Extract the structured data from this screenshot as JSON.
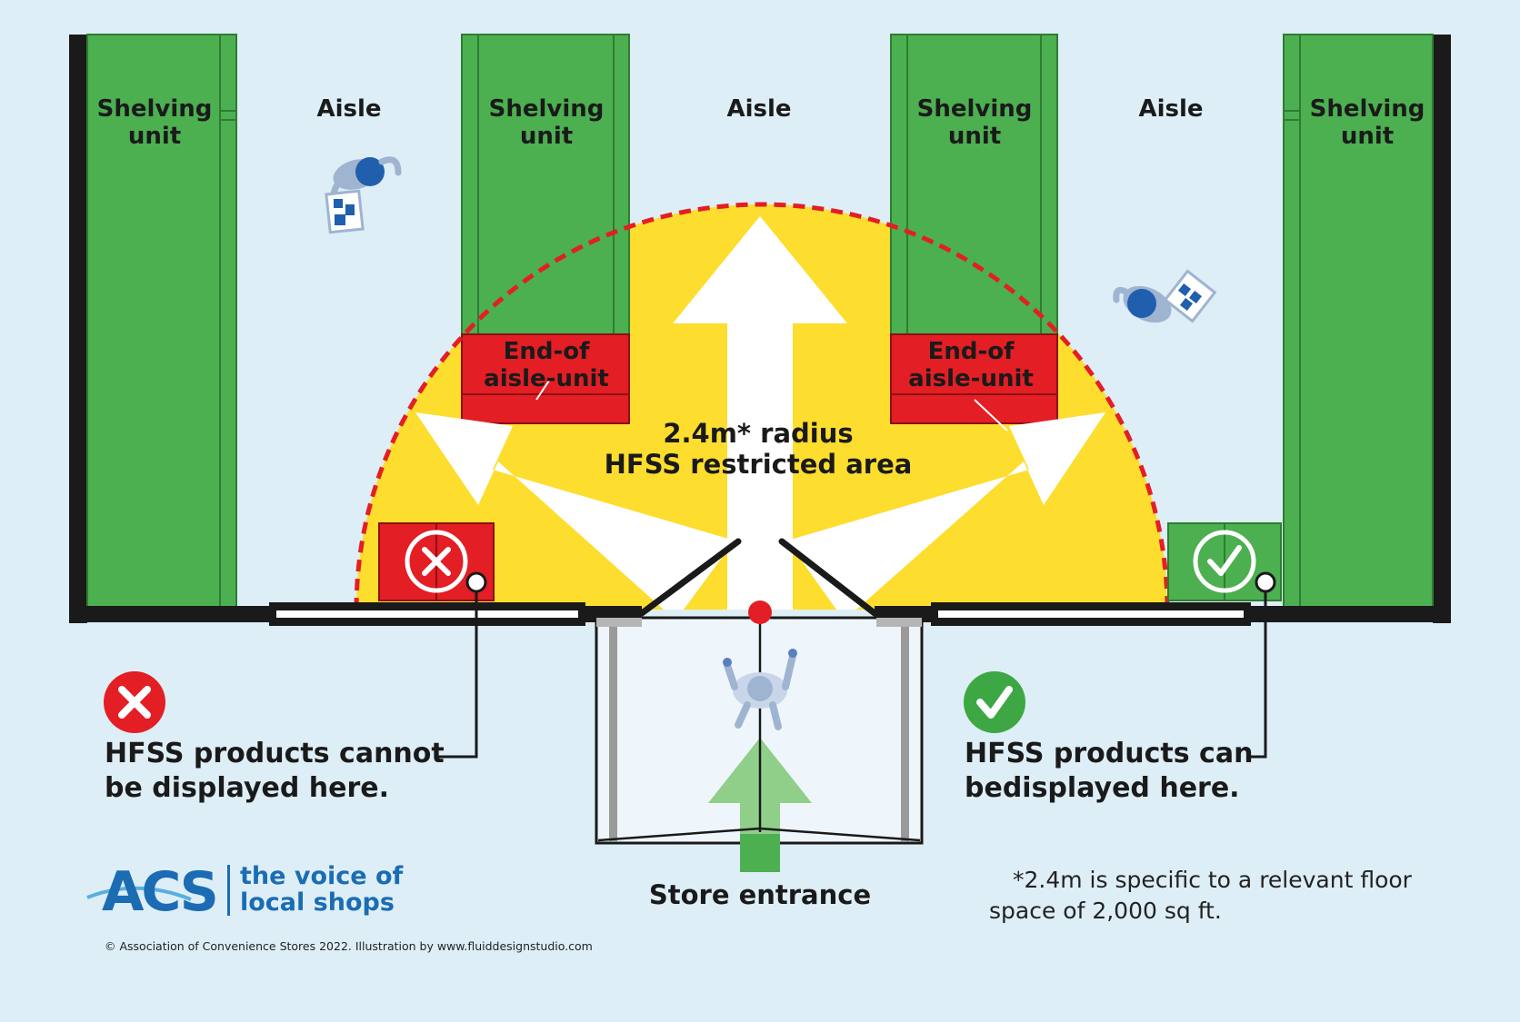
{
  "labels": {
    "shelving_1": [
      "Shelving",
      "unit"
    ],
    "shelving_2": [
      "Shelving",
      "unit"
    ],
    "shelving_3": [
      "Shelving",
      "unit"
    ],
    "shelving_4": [
      "Shelving",
      "unit"
    ],
    "aisle_1": "Aisle",
    "aisle_2": "Aisle",
    "aisle_3": "Aisle",
    "end_unit_left": [
      "End-of",
      "aisle-unit"
    ],
    "end_unit_right": [
      "End-of",
      "aisle-unit"
    ],
    "radius_line1": "2.4m* radius",
    "radius_line2": "HFSS restricted area",
    "store_entrance": "Store entrance"
  },
  "legend": {
    "cannot": {
      "pre": "HFSS products ",
      "bold": "cannot",
      "line2": "be displayed here.",
      "mark": "X"
    },
    "can": {
      "pre": "HFSS products ",
      "bold": "can",
      "line2": "bedisplayed here.",
      "mark": "✓"
    }
  },
  "footnote": {
    "line1": "*2.4m is specific to a relevant floor",
    "line2": "space of 2,000 sq ft."
  },
  "logo": {
    "letters": "ACS",
    "tagline_line1": "the voice of",
    "tagline_line2": "local shops"
  },
  "copyright": "© Association of Convenience Stores 2022. Illustration by www.fluiddesignstudio.com",
  "colors": {
    "background": "#ddeef7",
    "shelf_green": "#4caf50",
    "end_unit_red": "#e31e24",
    "restricted_yellow": "#fddd2e",
    "radius_dash": "#e31e24",
    "brand_blue": "#1b6cb3",
    "entrance_arrow": "#8fcf8a"
  }
}
